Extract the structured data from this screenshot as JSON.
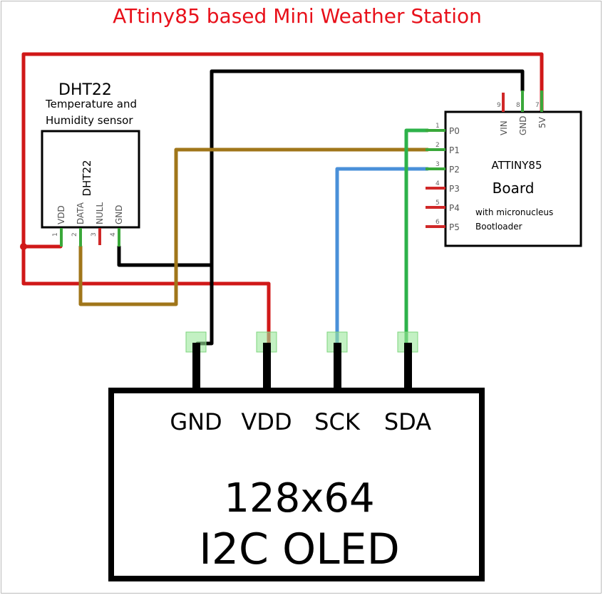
{
  "title": "ATtiny85 based Mini Weather Station",
  "colors": {
    "title": "#e8101a",
    "vcc_wire": "#d01818",
    "gnd_wire": "#000000",
    "data_wire": "#a0761a",
    "sck_wire": "#4a90d9",
    "sda_wire": "#2db24a"
  },
  "dht": {
    "heading": "DHT22",
    "subtitle_1": "Temperature and",
    "subtitle_2": "Humidity sensor",
    "chip_label": "DHT22",
    "pins": [
      {
        "num": "1",
        "label": "VDD"
      },
      {
        "num": "2",
        "label": "DATA"
      },
      {
        "num": "3",
        "label": "NULL"
      },
      {
        "num": "4",
        "label": "GND"
      }
    ]
  },
  "attiny": {
    "title": "ATTINY85",
    "subtitle": "Board",
    "note_1": "with micronucleus",
    "note_2": "Bootloader",
    "left_pins": [
      {
        "num": "1",
        "label": "P0"
      },
      {
        "num": "2",
        "label": "P1"
      },
      {
        "num": "3",
        "label": "P2"
      },
      {
        "num": "4",
        "label": "P3"
      },
      {
        "num": "5",
        "label": "P4"
      },
      {
        "num": "6",
        "label": "P5"
      }
    ],
    "top_pins": [
      {
        "num": "9",
        "label": "VIN"
      },
      {
        "num": "8",
        "label": "GND"
      },
      {
        "num": "7",
        "label": "5V"
      }
    ]
  },
  "oled": {
    "pins": [
      "GND",
      "VDD",
      "SCK",
      "SDA"
    ],
    "line_1": "128x64",
    "line_2": "I2C OLED"
  }
}
